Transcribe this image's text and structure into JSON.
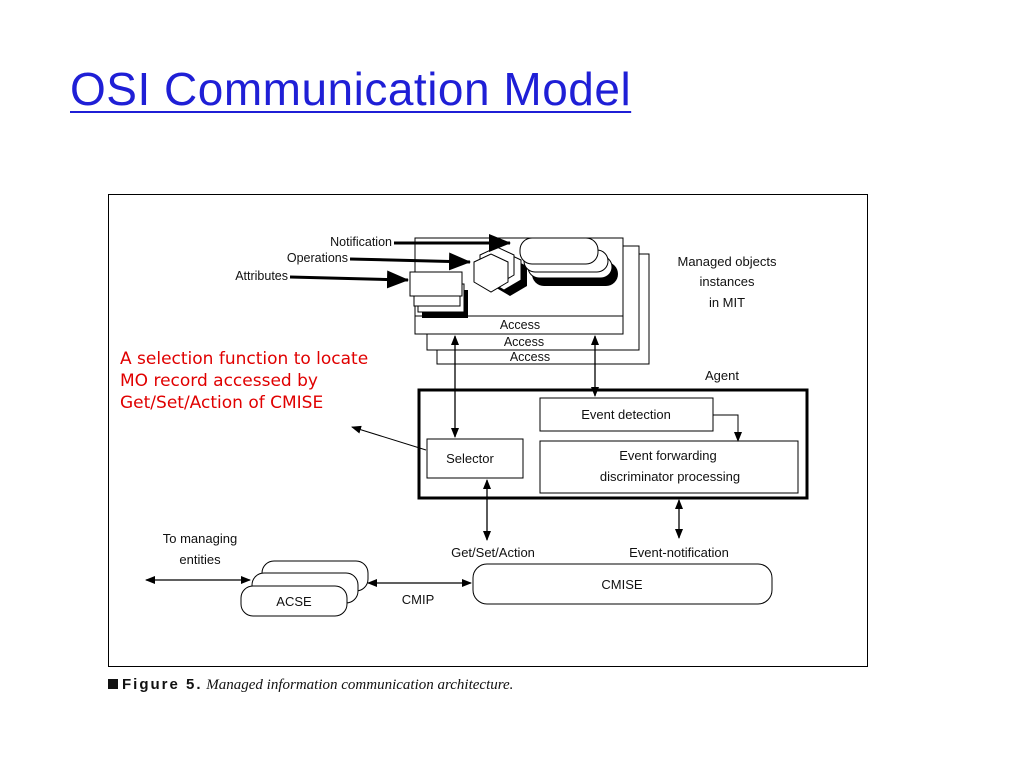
{
  "title": "OSI Communication Model",
  "annotation": {
    "lines": [
      "A selection function to locate",
      "MO record accessed by",
      "Get/Set/Action of CMISE"
    ],
    "color": "#e00000"
  },
  "diagram": {
    "inputs": {
      "notification": "Notification",
      "operations": "Operations",
      "attributes": "Attributes"
    },
    "mit_label": [
      "Managed objects",
      "instances",
      "in MIT"
    ],
    "access_labels": [
      "Access",
      "Access",
      "Access"
    ],
    "agent_label": "Agent",
    "event_detection": "Event detection",
    "selector": "Selector",
    "event_forwarding": [
      "Event forwarding",
      "discriminator  processing"
    ],
    "to_managing": [
      "To managing",
      "entities"
    ],
    "get_set_action": "Get/Set/Action",
    "event_notification": "Event-notification",
    "acse": "ACSE",
    "cmip": "CMIP",
    "cmise": "CMISE"
  },
  "caption": {
    "label": "Figure 5.",
    "text": "Managed information communication architecture."
  },
  "colors": {
    "title": "#1f1fd6",
    "annotation": "#e00000"
  }
}
